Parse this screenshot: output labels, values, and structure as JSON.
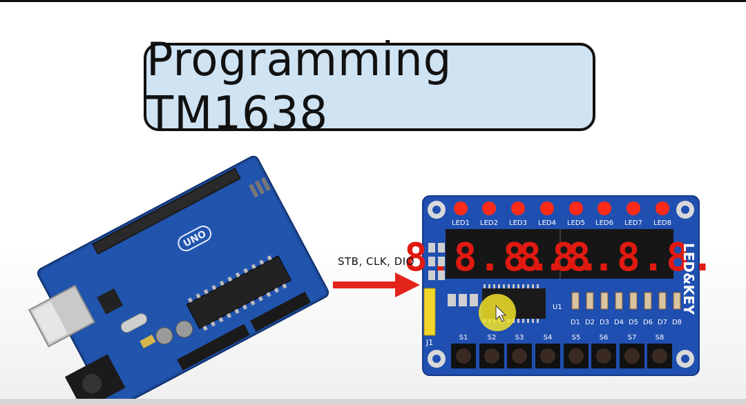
{
  "title": "Programming TM1638",
  "arrow_label": "STB, CLK, DIO",
  "uno_label": "UNO",
  "board_brand": "LED&KEY",
  "led_labels": [
    "LED1",
    "LED2",
    "LED3",
    "LED4",
    "LED5",
    "LED6",
    "LED7",
    "LED8"
  ],
  "diode_labels": [
    "D1",
    "D2",
    "D3",
    "D4",
    "D5",
    "D6",
    "D7",
    "D8"
  ],
  "switch_labels": [
    "S1",
    "S2",
    "S3",
    "S4",
    "S5",
    "S6",
    "S7",
    "S8"
  ],
  "chip_label": "U1",
  "header_label": "J1",
  "display_text": "8.8.8.8.8.8.8.8.",
  "colors": {
    "title_bg": "#cfe3f3",
    "pcb_blue": "#1f4fb0",
    "arrow_red": "#e3241b",
    "led_red": "#ff2a1a",
    "seg_red": "#e01a10"
  }
}
